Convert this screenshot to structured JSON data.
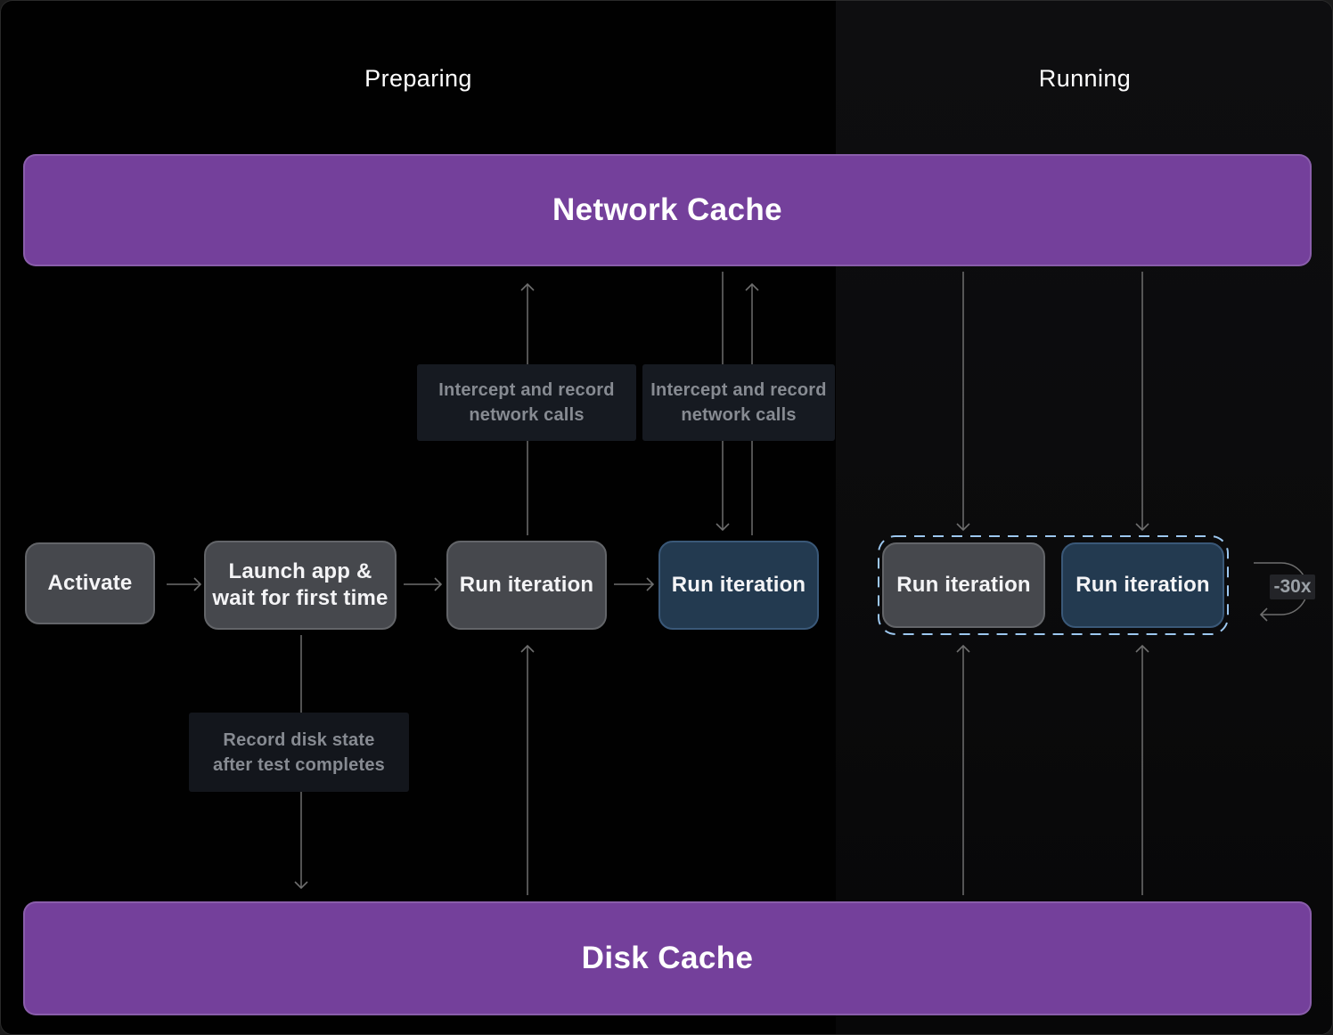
{
  "header": {
    "left": "Preparing",
    "right": "Running"
  },
  "caches": {
    "network": "Network Cache",
    "disk": "Disk Cache"
  },
  "nodes": {
    "activate": {
      "label": "Activate"
    },
    "launch": {
      "line1": "Launch app &",
      "line2": "wait for first time"
    },
    "run_prepare_cold": {
      "label": "Run iteration"
    },
    "run_prepare_warm": {
      "label": "Run iteration"
    },
    "run_running_cold": {
      "label": "Run iteration"
    },
    "run_running_warm": {
      "label": "Run iteration"
    }
  },
  "notes": {
    "intercept_left": {
      "line1": "Intercept and record",
      "line2": "network calls"
    },
    "intercept_right": {
      "line1": "Intercept and record",
      "line2": "network calls"
    },
    "record_disk": {
      "line1": "Record disk state",
      "line2": "after test completes"
    }
  },
  "loop": {
    "label": "-30x"
  },
  "colors": {
    "purple": "#74409b",
    "gray_node": "#46484d",
    "blue_node": "#233a50",
    "dashed_border": "#9cc7ef",
    "arrow": "#6e6e6e",
    "note_bg": "#161a21",
    "note_text": "#878b92",
    "bg_left": "#010101",
    "bg_right": "#0d0d0e"
  }
}
